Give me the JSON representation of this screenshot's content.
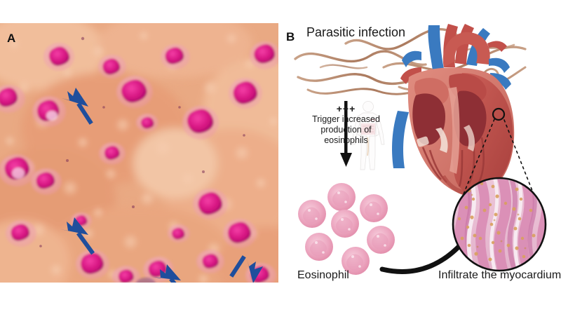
{
  "figure": {
    "panels": [
      {
        "letter": "A",
        "name": "histology-micrograph"
      },
      {
        "letter": "B",
        "name": "pathway-diagram"
      }
    ]
  },
  "panel_a": {
    "letter": "A",
    "caption": "",
    "description": "Eosinophil-rich inflammatory infiltrate micrograph",
    "arrow_count": 4,
    "arrow_color": "#1f4e9c",
    "background_color": "#e8a57e",
    "cell_color": "#e0188c"
  },
  "panel_b": {
    "letter": "B",
    "title": "Parasitic infection",
    "plus_sign": "+++",
    "trigger_text": "Trigger increased production of eosinophils",
    "trigger_line1": "Trigger increased",
    "trigger_line2": "production of",
    "trigger_line3": "eosinophils",
    "eosinophil_label": "Eosinophil",
    "infiltrate_label": "Infiltrate the myocardium",
    "worm_color": "#b5866a",
    "eosinophil_color": "#e79fba",
    "heart_red": "#c0504a",
    "heart_blue": "#3a7ac0",
    "arrow_color": "#111111",
    "eosinophil_count": 7,
    "worm_count": 7
  }
}
